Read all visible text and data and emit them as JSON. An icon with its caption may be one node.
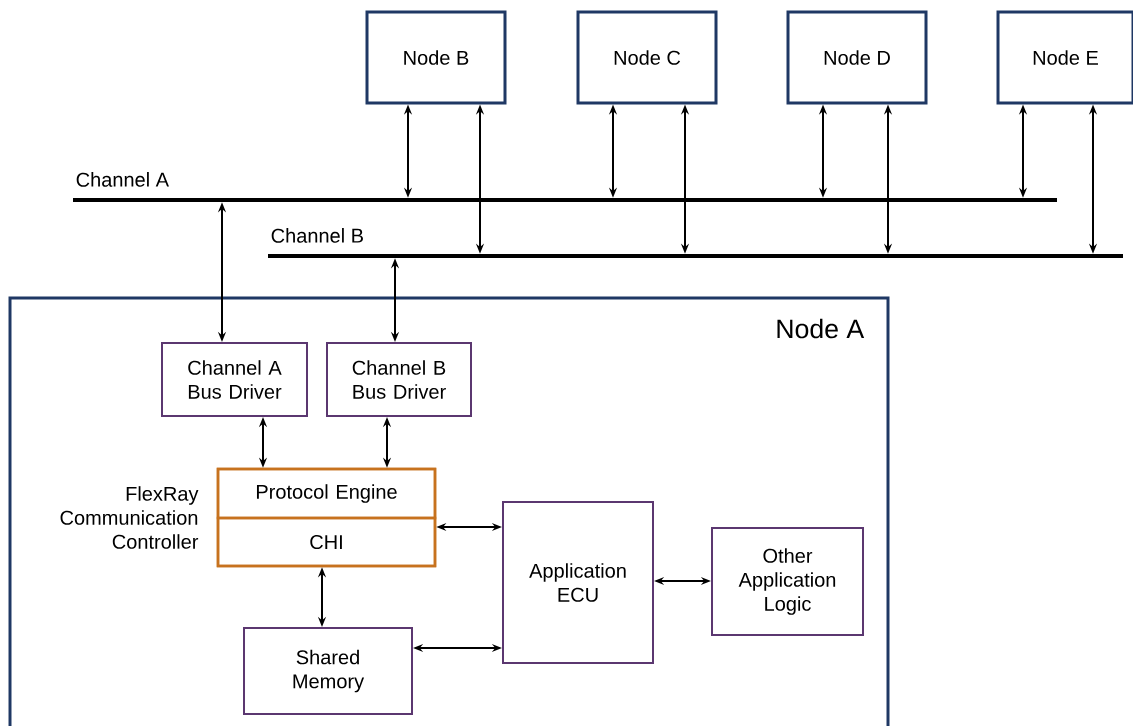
{
  "diagram": {
    "nodes": [
      {
        "text": [
          "Node B"
        ]
      },
      {
        "text": [
          "Node C"
        ]
      },
      {
        "text": [
          "Node D"
        ]
      },
      {
        "text": [
          "Node E"
        ]
      },
      {
        "text": [
          "Channel A"
        ]
      },
      {
        "text": [
          "Channel B"
        ]
      },
      {
        "text": [
          "Node A"
        ]
      },
      {
        "text": [
          "Channel A Bus Driver"
        ],
        "in": 6
      },
      {
        "text": [
          "Channel B Bus Driver"
        ],
        "in": 6
      },
      {
        "text": [
          "FlexRay Communication Controller"
        ],
        "in": 6
      },
      {
        "text": [
          "Protocol Engine"
        ],
        "in": 9
      },
      {
        "text": [
          "CHI"
        ],
        "in": 9
      },
      {
        "text": [
          "Application ECU"
        ],
        "in": 6
      },
      {
        "text": [
          "Other Application Logic"
        ],
        "in": 6
      },
      {
        "text": [
          "Shared Memory"
        ],
        "in": 6
      }
    ],
    "edges": [
      {
        "from": 0,
        "to": 4,
        "arrow": "both"
      },
      {
        "from": 0,
        "to": 5,
        "arrow": "both"
      },
      {
        "from": 1,
        "to": 4,
        "arrow": "both"
      },
      {
        "from": 1,
        "to": 5,
        "arrow": "both"
      },
      {
        "from": 2,
        "to": 4,
        "arrow": "both"
      },
      {
        "from": 2,
        "to": 5,
        "arrow": "both"
      },
      {
        "from": 3,
        "to": 4,
        "arrow": "both"
      },
      {
        "from": 3,
        "to": 5,
        "arrow": "both"
      },
      {
        "from": 4,
        "to": 7,
        "arrow": "both"
      },
      {
        "from": 5,
        "to": 8,
        "arrow": "both"
      },
      {
        "from": 7,
        "to": 10,
        "arrow": "both"
      },
      {
        "from": 8,
        "to": 10,
        "arrow": "both"
      },
      {
        "from": 11,
        "to": 12,
        "arrow": "both"
      },
      {
        "from": 12,
        "to": 13,
        "arrow": "both"
      },
      {
        "from": 11,
        "to": 14,
        "arrow": "both"
      },
      {
        "from": 14,
        "to": 12,
        "arrow": "both"
      }
    ]
  }
}
